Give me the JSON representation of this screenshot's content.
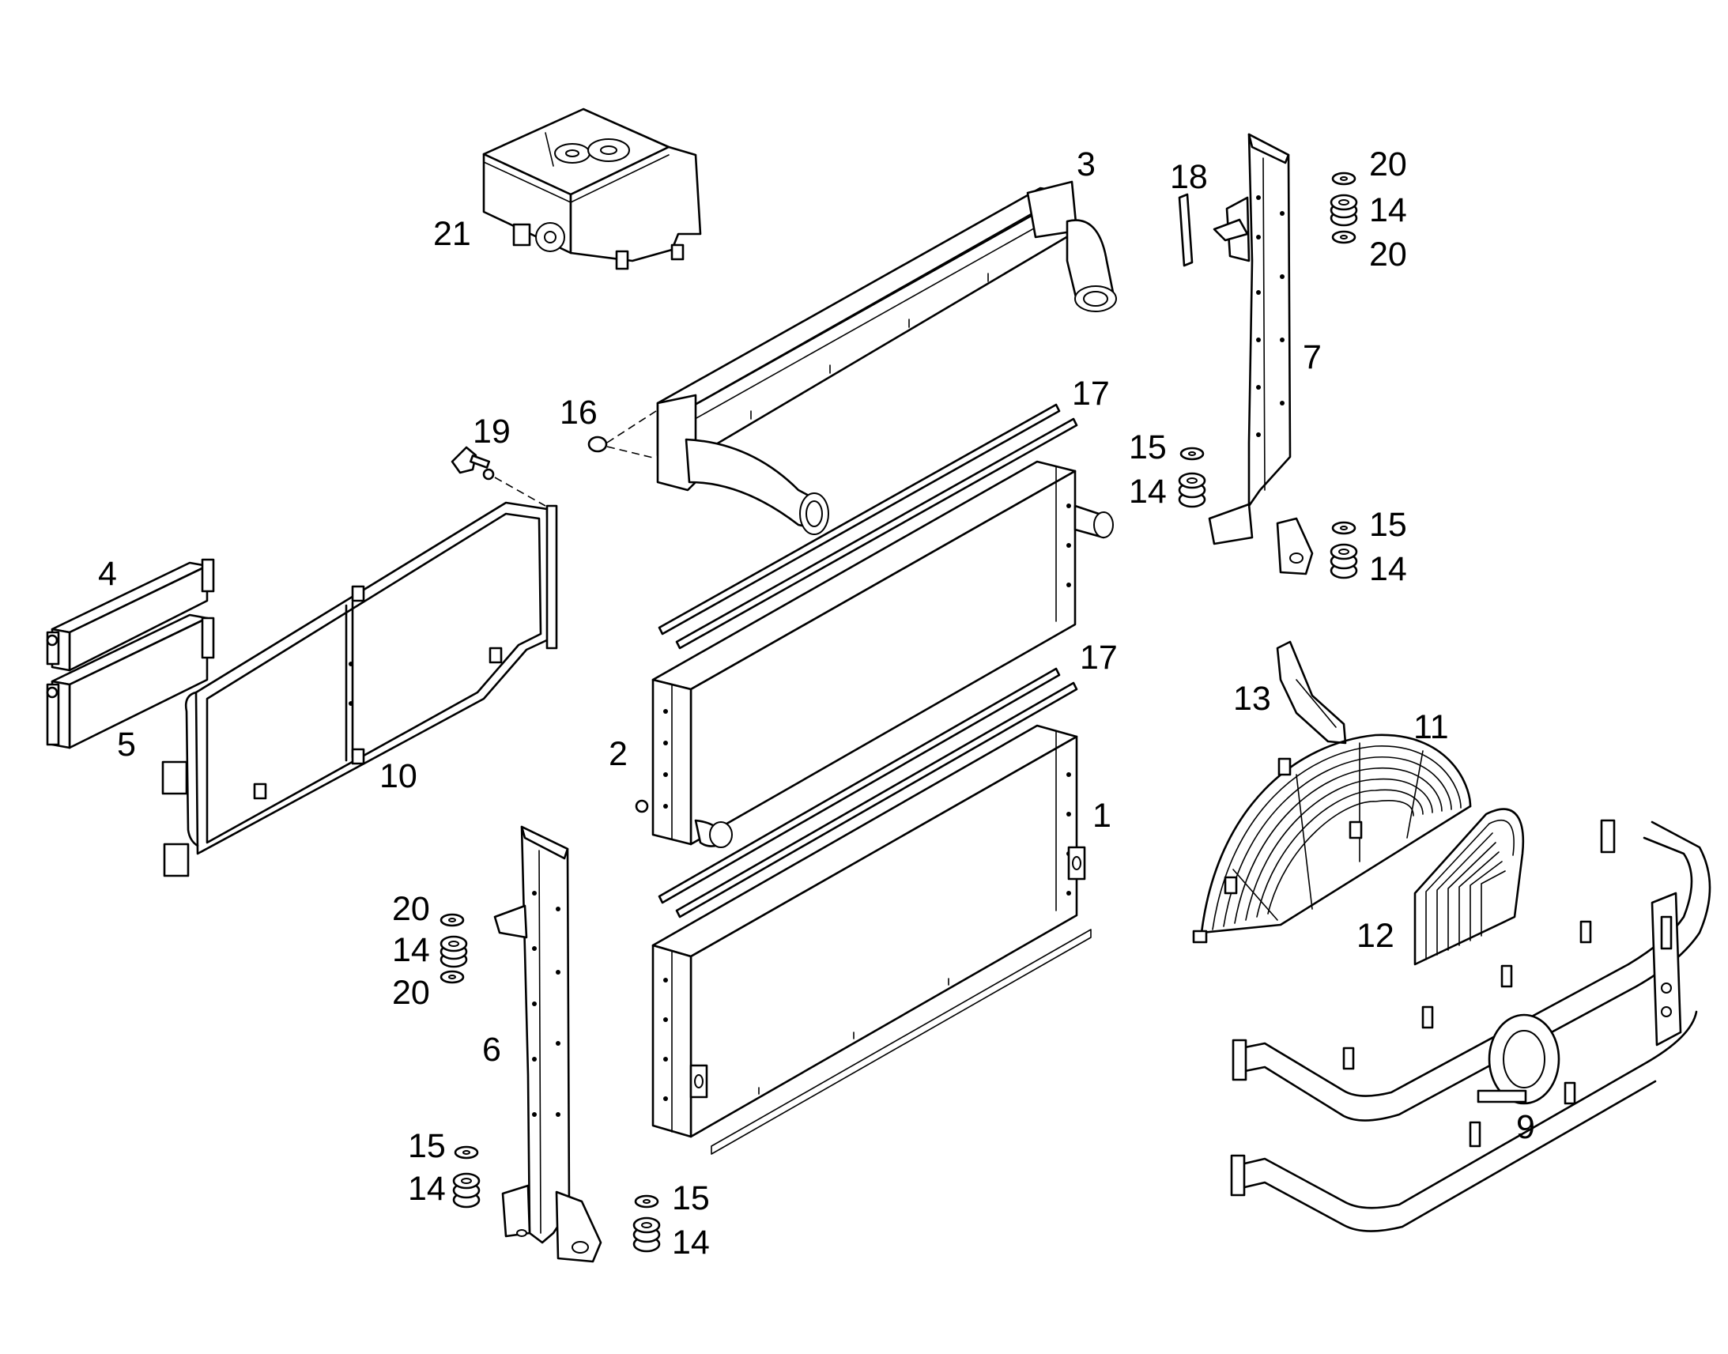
{
  "diagram": {
    "callouts": {
      "p1": "1",
      "p2": "2",
      "p3": "3",
      "p4": "4",
      "p5": "5",
      "p6": "6",
      "p7": "7",
      "p9": "9",
      "p10": "10",
      "p11": "11",
      "p12": "12",
      "p13": "13",
      "p14": "14",
      "p15": "15",
      "p16": "16",
      "p17": "17",
      "p18": "18",
      "p19": "19",
      "p20": "20",
      "p21": "21"
    }
  }
}
